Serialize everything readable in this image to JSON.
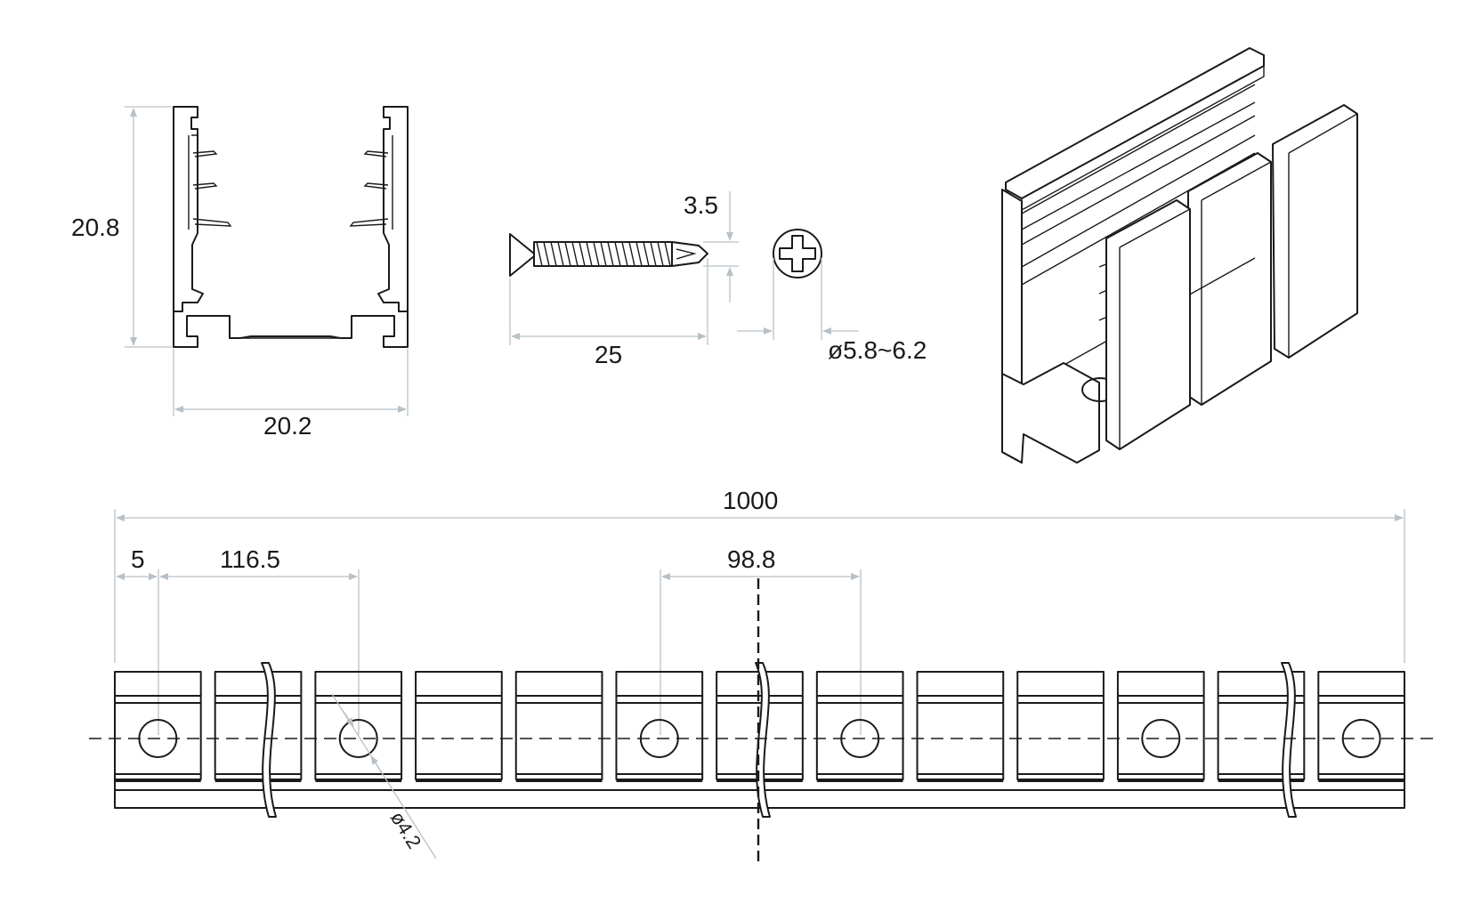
{
  "dimensions": {
    "profile_height": "20.8",
    "profile_width": "20.2",
    "screw_head_height": "3.5",
    "screw_length": "25",
    "screw_diameter": "ø5.8~6.2",
    "total_length": "1000",
    "first_hole_edge": "5",
    "first_hole_pitch": "116.5",
    "hole_pitch": "98.8",
    "hole_diameter": "ø4.2"
  },
  "strip": {
    "segment_count": 13,
    "hole_segments": [
      0,
      2,
      5,
      7,
      10,
      12
    ]
  }
}
